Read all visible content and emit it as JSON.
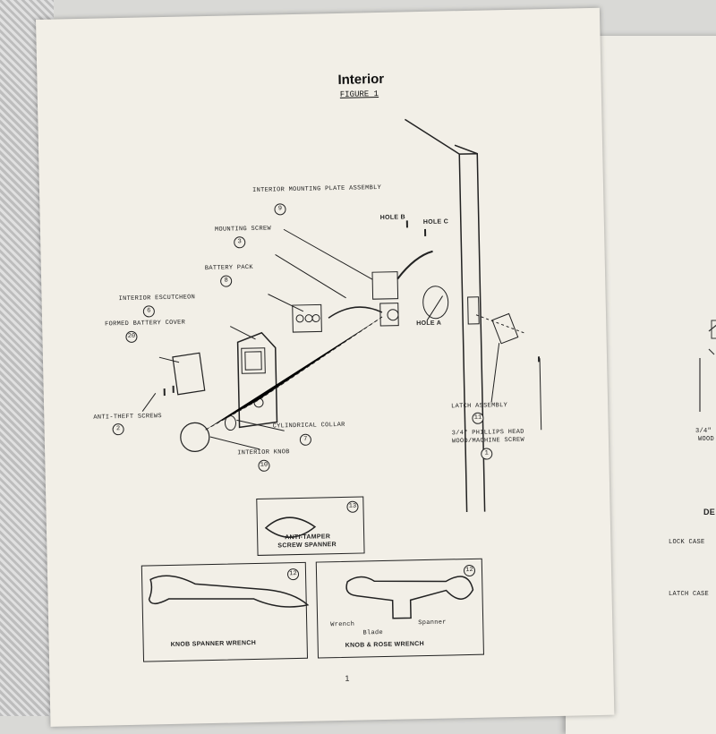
{
  "title": "Interior",
  "figure": "FIGURE 1",
  "labels": {
    "interior_mounting_plate": "INTERIOR MOUNTING PLATE ASSEMBLY",
    "mounting_screw": "MOUNTING SCREW",
    "battery_pack": "BATTERY PACK",
    "interior_escutcheon": "INTERIOR ESCUTCHEON",
    "formed_battery_cover": "FORMED BATTERY COVER",
    "anti_theft_screws": "ANTI-THEFT SCREWS",
    "cylindrical_collar": "CYLINDRICAL COLLAR",
    "interior_knob": "INTERIOR KNOB",
    "latch_assembly": "LATCH ASSEMBLY",
    "phillips_screw_1": "3/4\" PHILLIPS HEAD",
    "phillips_screw_2": "WOOD/MACHINE SCREW",
    "hole_a": "HOLE A",
    "hole_b": "HOLE B",
    "hole_c": "HOLE C",
    "anti_tamper_1": "ANTI-TAMPER",
    "anti_tamper_2": "SCREW SPANNER",
    "knob_spanner": "KNOB SPANNER WRENCH",
    "knob_rose": "KNOB & ROSE WRENCH",
    "wrench": "Wrench",
    "blade": "Blade",
    "spanner": "Spanner"
  },
  "numbers": {
    "n9": "9",
    "n3": "3",
    "n8": "8",
    "n6": "6",
    "n20": "20",
    "n2": "2",
    "n7": "7",
    "n10": "10",
    "n11": "11",
    "n1": "1",
    "n13": "13",
    "n12a": "12",
    "n12b": "12"
  },
  "page_number": "1",
  "right_page": {
    "heading": "DE",
    "lock_case": "LOCK CASE",
    "latch_case": "LATCH CASE",
    "wood": "WOOD",
    "frac": "3/4\""
  }
}
